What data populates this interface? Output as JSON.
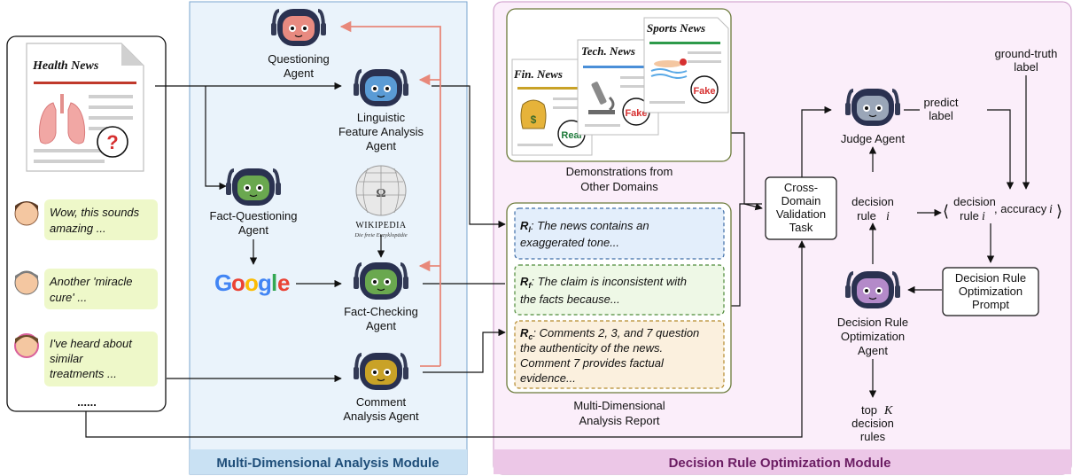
{
  "modules": {
    "left_title": "Multi-Dimensional Analysis Module",
    "right_title": "Decision Rule Optimization Module"
  },
  "news_card": {
    "title": "Health News",
    "comments": [
      {
        "line1": "Wow, this sounds",
        "line2": "amazing ..."
      },
      {
        "line1": "Another 'miracle",
        "line2": "cure' ..."
      },
      {
        "line1": "I've heard about",
        "line2": "similar",
        "line3": "treatments ..."
      }
    ],
    "ellipsis": "......"
  },
  "agents": {
    "questioning": [
      "Questioning",
      "Agent"
    ],
    "linguistic": [
      "Linguistic",
      "Feature Analysis",
      "Agent"
    ],
    "fact_questioning": [
      "Fact-Questioning",
      "Agent"
    ],
    "fact_checking": [
      "Fact-Checking",
      "Agent"
    ],
    "comment": [
      "Comment",
      "Analysis Agent"
    ],
    "judge": [
      "Judge Agent"
    ],
    "optimization": [
      "Decision Rule",
      "Optimization",
      "Agent"
    ]
  },
  "wikipedia": {
    "name": "WIKIPEDIA",
    "tagline": "Die freie Enzyklopädie"
  },
  "google": {
    "letters": [
      "G",
      "o",
      "o",
      "g",
      "l",
      "e"
    ]
  },
  "demos": {
    "fin": {
      "title": "Fin. News",
      "stamp": "Real"
    },
    "tech": {
      "title": "Tech. News",
      "stamp": "Fake"
    },
    "sports": {
      "title": "Sports News",
      "stamp": "Fake"
    },
    "caption": [
      "Demonstrations from",
      "Other Domains"
    ]
  },
  "report": {
    "rl": {
      "sym": "R",
      "sub": "l",
      "lines": [
        ": The news contains an",
        "exaggerated tone..."
      ]
    },
    "rf": {
      "sym": "R",
      "sub": "f",
      "lines": [
        ": The claim is inconsistent with",
        "the facts because..."
      ]
    },
    "rc": {
      "sym": "R",
      "sub": "c",
      "lines": [
        ": Comments 2, 3, and 7 question",
        "the authenticity of the news.",
        "Comment 7 provides factual",
        "evidence..."
      ]
    },
    "caption": [
      "Multi-Dimensional",
      "Analysis Report"
    ]
  },
  "validation": [
    "Cross-",
    "Domain",
    "Validation",
    "Task"
  ],
  "predict": [
    "predict",
    "label"
  ],
  "ground_truth": [
    "ground-truth",
    "label"
  ],
  "decision_rule": {
    "line1": "decision",
    "line2": "rule",
    "idx": "i"
  },
  "tuple": {
    "open": "⟨",
    "line1": "decision",
    "line2": "rule",
    "idx": "i",
    "acc": ", accuracy",
    "close": "⟩"
  },
  "prompt_box": [
    "Decision Rule",
    "Optimization",
    "Prompt"
  ],
  "top_k": [
    "top",
    "K",
    "decision",
    "rules"
  ],
  "colors": {
    "left_module_bg": "#eaf3fb",
    "left_module_border": "#7aa6cf",
    "left_title_bg": "#c9e1f3",
    "left_title_text": "#1f4e79",
    "right_module_bg": "#fbeefa",
    "right_module_border": "#c994c6",
    "right_title_bg": "#ecc7e7",
    "right_title_text": "#6b1d63",
    "feedback_arrow": "#e8887a",
    "robot_pink": "#e88a80",
    "robot_blue": "#5a9bd5",
    "robot_green": "#6aa84f",
    "robot_gold": "#c9a227",
    "robot_gray": "#9aa6b8",
    "robot_purple": "#b48ac9"
  }
}
